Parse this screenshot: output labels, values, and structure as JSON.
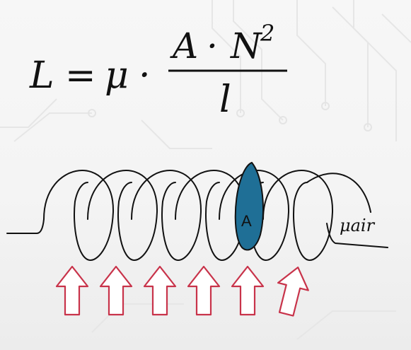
{
  "formula": {
    "lhs": "L",
    "equals": "=",
    "mu": "μ",
    "dot": "·",
    "numerator_area": "A",
    "numerator_turns": "N",
    "numerator_exponent": "2",
    "denominator": "l"
  },
  "coil_area_label": "A",
  "medium_label": "μair",
  "coil_turns": 6,
  "flux_arrows": 6,
  "colors": {
    "text": "#111111",
    "turns_highlight": "#d0224a",
    "area_fill": "#1f6f96",
    "arrow_outline": "#c8334a"
  }
}
